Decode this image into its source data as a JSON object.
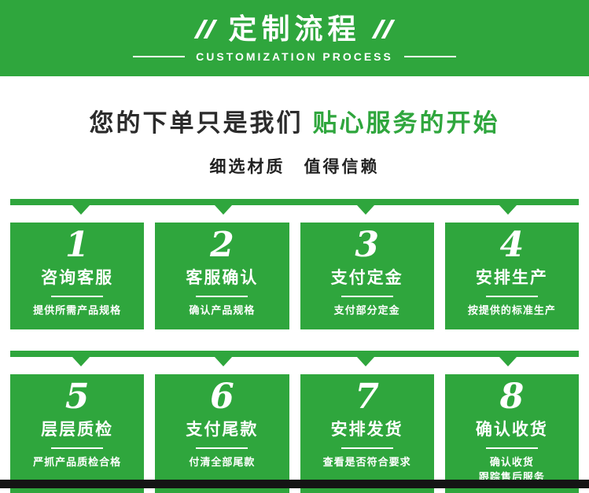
{
  "banner": {
    "title": "定制流程",
    "subtitle": "CUSTOMIZATION PROCESS"
  },
  "heading": {
    "dark_part": "您的下单只是我们",
    "green_part": "贴心服务的开始",
    "subheading": "细选材质　值得信赖"
  },
  "steps": [
    {
      "number": "1",
      "title": "咨询客服",
      "desc": "提供所需产品规格"
    },
    {
      "number": "2",
      "title": "客服确认",
      "desc": "确认产品规格"
    },
    {
      "number": "3",
      "title": "支付定金",
      "desc": "支付部分定金"
    },
    {
      "number": "4",
      "title": "安排生产",
      "desc": "按提供的标准生产"
    },
    {
      "number": "5",
      "title": "层层质检",
      "desc": "严抓产品质检合格"
    },
    {
      "number": "6",
      "title": "支付尾款",
      "desc": "付清全部尾款"
    },
    {
      "number": "7",
      "title": "安排发货",
      "desc": "查看是否符合要求"
    },
    {
      "number": "8",
      "title": "确认收货",
      "desc": "确认收货\n跟踪售后服务"
    }
  ],
  "colors": {
    "green": "#2fa63d",
    "dark_bar": "#141414",
    "heading_dark": "#2b2b2b"
  }
}
